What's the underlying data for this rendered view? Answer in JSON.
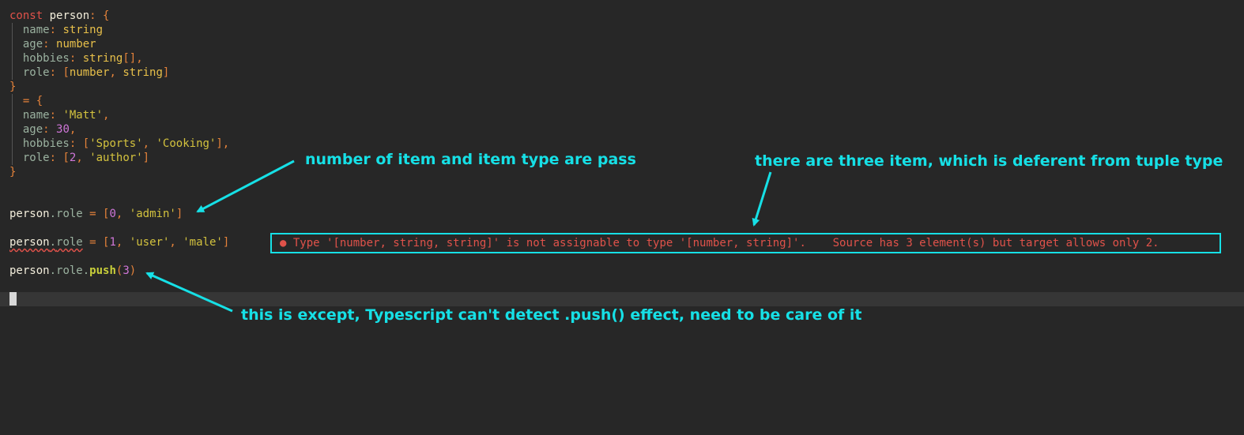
{
  "code": {
    "l1": {
      "kw": "const",
      "var": "person",
      "colon": ":",
      "brace": "{"
    },
    "l2": {
      "prop": "name",
      "colon": ":",
      "type": "string"
    },
    "l3": {
      "prop": "age",
      "colon": ":",
      "type": "number"
    },
    "l4": {
      "prop": "hobbies",
      "colon": ":",
      "type": "string",
      "brackets": "[]",
      "comma": ","
    },
    "l5": {
      "prop": "role",
      "colon": ":",
      "open": "[",
      "t1": "number",
      "comma": ",",
      "t2": "string",
      "close": "]"
    },
    "l6": {
      "brace": "}"
    },
    "l7": {
      "eq": "=",
      "brace": "{"
    },
    "l8": {
      "prop": "name",
      "colon": ":",
      "str": "'Matt'",
      "comma": ","
    },
    "l9": {
      "prop": "age",
      "colon": ":",
      "num": "30",
      "comma": ","
    },
    "l10": {
      "prop": "hobbies",
      "colon": ":",
      "open": "[",
      "s1": "'Sports'",
      "comma1": ",",
      "s2": "'Cooking'",
      "close": "]",
      "comma2": ","
    },
    "l11": {
      "prop": "role",
      "colon": ":",
      "open": "[",
      "n1": "2",
      "comma": ",",
      "s1": "'author'",
      "close": "]"
    },
    "l12": {
      "brace": "}"
    },
    "l13": {
      "var": "person",
      "dot": ".",
      "prop": "role",
      "eq": "=",
      "open": "[",
      "n1": "0",
      "comma": ",",
      "s1": "'admin'",
      "close": "]"
    },
    "l14": {
      "var": "person",
      "dot": ".",
      "prop": "role",
      "eq": "=",
      "open": "[",
      "n1": "1",
      "comma1": ",",
      "s1": "'user'",
      "comma2": ",",
      "s2": "'male'",
      "close": "]"
    },
    "l15": {
      "var": "person",
      "dot1": ".",
      "prop": "role",
      "dot2": ".",
      "fn": "push",
      "open": "(",
      "n1": "3",
      "close": ")"
    }
  },
  "error": {
    "dot": "●",
    "message": "Type '[number, string, string]' is not assignable to type '[number, string]'.    Source has 3 element(s) but target allows only 2."
  },
  "annotations": {
    "pass": "number of item and item type are pass",
    "three": "there are three item, which is deferent from tuple type",
    "push": "this is except, Typescript can't detect .push() effect, need to be care of it"
  },
  "colors": {
    "background": "#272727",
    "annotation": "#16e0e6",
    "error": "#e0524a"
  }
}
